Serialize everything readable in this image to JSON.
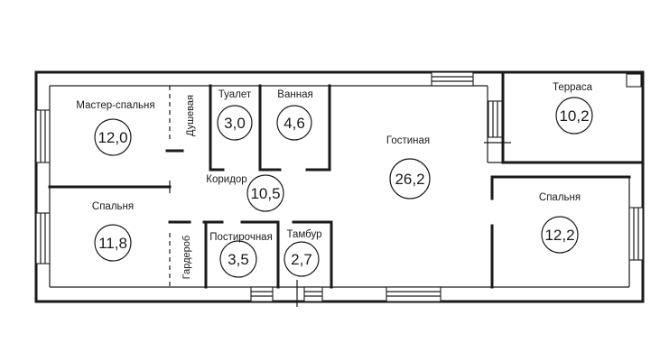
{
  "rooms": {
    "master_bedroom": {
      "label": "Мастер-спальня",
      "area": "12,0"
    },
    "shower": {
      "label": "Душевая"
    },
    "toilet": {
      "label": "Туалет",
      "area": "3,0"
    },
    "bathroom": {
      "label": "Ванная",
      "area": "4,6"
    },
    "living_room": {
      "label": "Гостиная",
      "area": "26,2"
    },
    "terrace": {
      "label": "Терраса",
      "area": "10,2"
    },
    "corridor": {
      "label": "Коридор",
      "area": "10,5"
    },
    "bedroom_left": {
      "label": "Спальня",
      "area": "11,8"
    },
    "wardrobe": {
      "label": "Гардероб"
    },
    "laundry": {
      "label": "Постирочная",
      "area": "3,5"
    },
    "vestibule": {
      "label": "Тамбур",
      "area": "2,7"
    },
    "bedroom_right": {
      "label": "Спальня",
      "area": "12,2"
    }
  }
}
